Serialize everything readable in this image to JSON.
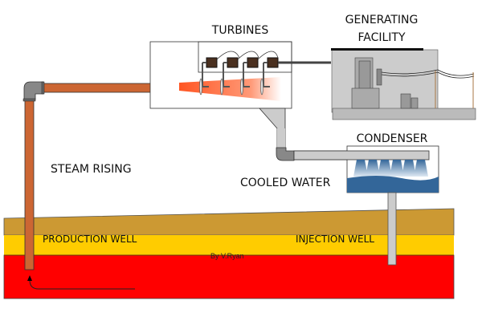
{
  "title": "Geothermal Power Station",
  "labels": {
    "turbines": "TURBINES",
    "generating_1": "GENERATING",
    "generating_2": "FACILITY",
    "condenser": "CONDENSER",
    "cooled_water": "COOLED WATER",
    "steam_rising": "STEAM RISING",
    "production_well": "PRODUCTION WELL",
    "injection_well": "INJECTION WELL",
    "credit": "By V.Ryan"
  },
  "colors": {
    "steam_pipe": "#cc6633",
    "return_pipe": "#cccccc",
    "soil": "#cc9933",
    "aquifer": "#ffcc00",
    "hot_rock": "#ff0000",
    "water": "#336699"
  }
}
